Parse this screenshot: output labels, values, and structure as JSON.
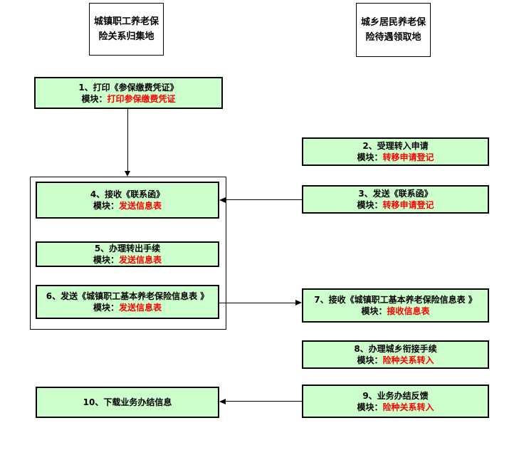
{
  "colors": {
    "box_fill": "#ccffcc",
    "box_border": "#000000",
    "text": "#000000",
    "module_red": "#ff0000"
  },
  "headers": [
    {
      "line1": "城镇职工养老保",
      "line2": "险关系归集地"
    },
    {
      "line1": "城乡居民养老保",
      "line2": "险待遇领取地"
    }
  ],
  "boxes": [
    {
      "title": "1、打印《参保缴费凭证》",
      "module_label": "模块：",
      "module_value": "打印参保缴费凭证"
    },
    {
      "title": "2、受理转入申请",
      "module_label": "模块：",
      "module_value": "转移申请登记"
    },
    {
      "title": "3、发送《联系函》",
      "module_label": "模块：",
      "module_value": "转移申请登记"
    },
    {
      "title": "4、接收《联系函》",
      "module_label": "模块：",
      "module_value": "发送信息表"
    },
    {
      "title": "5、办理转出手续",
      "module_label": "模块：",
      "module_value": "发送信息表"
    },
    {
      "title": "6、发送《城镇职工基本养老保险信息表 》",
      "module_label": "模块：",
      "module_value": "发送信息表"
    },
    {
      "title": "7、接收《城镇职工基本养老保险信息表 》",
      "module_label": "模块：",
      "module_value": "接收信息表"
    },
    {
      "title": "8、办理城乡衔接手续",
      "module_label": "模块：",
      "module_value": "险种关系转入"
    },
    {
      "title": "9、业务办结反馈",
      "module_label": "模块：",
      "module_value": "险种关系转入"
    },
    {
      "title": "10、下载业务办结信息"
    }
  ]
}
